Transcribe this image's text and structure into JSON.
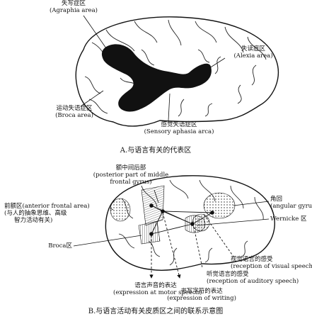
{
  "panel_a": {
    "agraphia_cn": "失写症区",
    "agraphia_en": "(Agraphia area)",
    "alexia_cn": "失读症区",
    "alexia_en": "(Alexia area)",
    "broca_cn": "运动失语症区",
    "broca_en": "(Broca area)",
    "sensory_cn": "感觉失语症区",
    "sensory_en": "(Sensory aphasia arca)",
    "caption": "A.与语言有关的代表区"
  },
  "panel_b": {
    "middle_frontal_cn": "额中间后部",
    "middle_frontal_en1": "(posterior part of middle",
    "middle_frontal_en2": "frontal gyrus)",
    "anterior_frontal_cn": "前额区(anterior frontal area)",
    "anterior_frontal_note1": "(与人的抽象思维、高级",
    "anterior_frontal_note2": "智力活动有关)",
    "broca_label": "Broca区",
    "angular_cn": "角回",
    "angular_en": "(angular gyrus)",
    "wernicke_label": "Wernicke 区",
    "visual_cn": "视觉语言的感受",
    "visual_en": "(reception of visual speech)",
    "auditory_cn": "听觉语言的感受",
    "auditory_en": "(reception of auditory speech)",
    "motor_cn": "语言声音的表达",
    "motor_en": "(expression at motor speech)",
    "writing_cn": "书写字符的表达",
    "writing_en": "(expression of writing)",
    "caption": "B.与语言活动有关皮质区之间的联系示意图"
  }
}
